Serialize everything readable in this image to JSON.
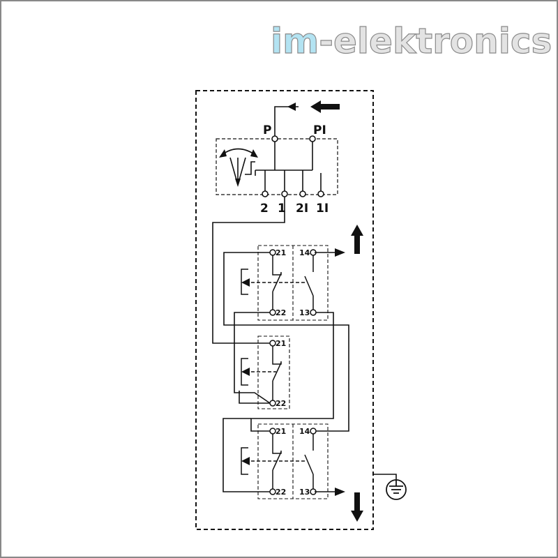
{
  "brand": {
    "prefix": "im",
    "suffix": "-elektronics",
    "prefix_color": "#b3e3f2",
    "suffix_color": "#e3e3e3",
    "outline_color": "#8a8a8a"
  },
  "frame_color": "#888888",
  "ink_color": "#111111",
  "valve": {
    "port_p": "P",
    "port_pi": "PI",
    "out_2": "2",
    "out_1": "1",
    "out_2i": "2I",
    "out_1i": "1I"
  },
  "contact_blocks": [
    {
      "labels": [
        "21",
        "22",
        "14",
        "13"
      ]
    },
    {
      "labels": [
        "21",
        "22"
      ]
    },
    {
      "labels": [
        "21",
        "22",
        "14",
        "13"
      ]
    }
  ]
}
